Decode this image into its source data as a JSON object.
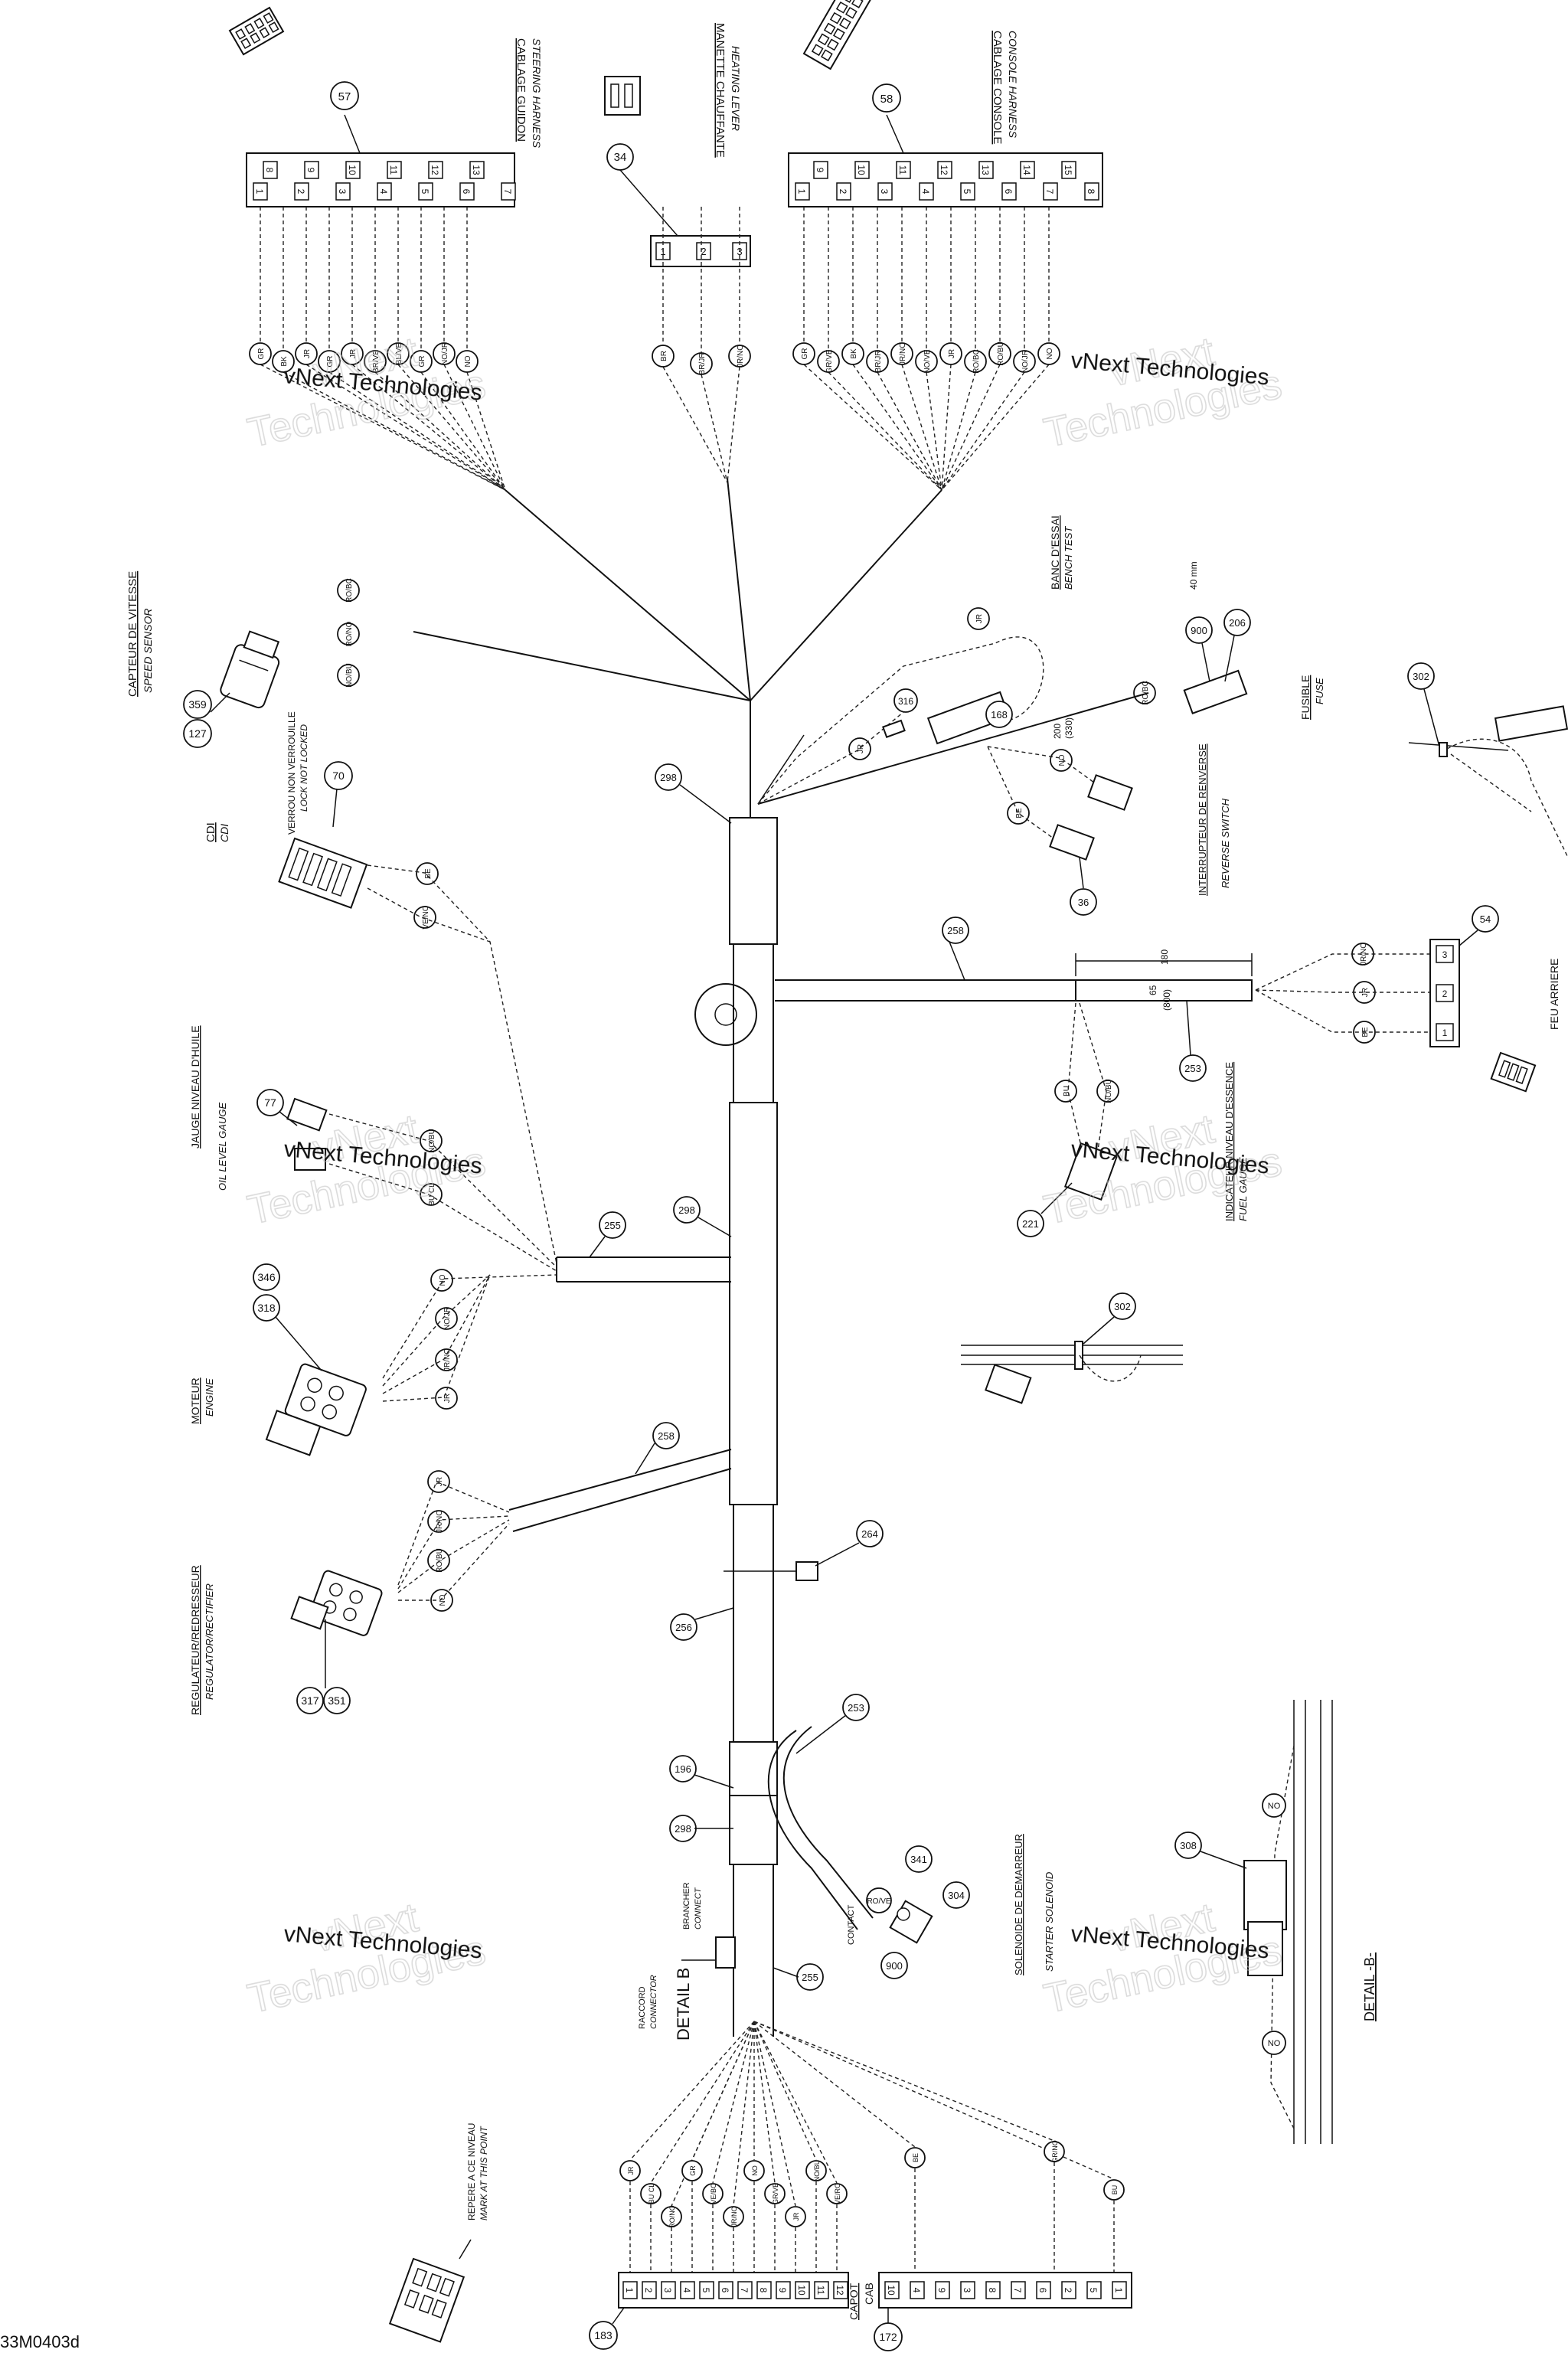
{
  "drawing_code": "33M0403d",
  "watermark": {
    "line1": "vNext Technologies",
    "line2": "vNext",
    "line3": "Technologies"
  },
  "connectors": {
    "steering_harness": {
      "ref": "57",
      "label_fr": "CABLAGE GUIDON",
      "label_en": "STEERING HARNESS",
      "pins_top": [
        "8",
        "9",
        "10",
        "11",
        "12",
        "13"
      ],
      "pins_bottom": [
        "1",
        "2",
        "3",
        "4",
        "5",
        "6",
        "7"
      ],
      "wires": [
        "GR",
        "BK",
        "JR",
        "GR",
        "JR",
        "BR/VE",
        "BL/VE",
        "GR",
        "NO/JR",
        "NO"
      ]
    },
    "heating_lever": {
      "ref": "34",
      "label_fr": "MANETTE CHAUFFANTE",
      "label_en": "HEATING LEVER",
      "pins": [
        "1",
        "2",
        "3"
      ],
      "wires": [
        "BR",
        "BR/JR",
        "JR/NO"
      ]
    },
    "console_harness": {
      "ref": "58",
      "label_fr": "CABLAGE CONSOLE",
      "label_en": "CONSOLE HARNESS",
      "pins_top": [
        "9",
        "10",
        "11",
        "12",
        "13",
        "14",
        "15"
      ],
      "pins_bottom": [
        "1",
        "2",
        "3",
        "4",
        "5",
        "6",
        "7",
        "8"
      ],
      "wires": [
        "GR",
        "GR/VE",
        "BK",
        "BR/JR",
        "JR/NO",
        "NO/VE",
        "JR",
        "RO/BC",
        "RO/BU",
        "NO/JR",
        "NO"
      ]
    },
    "speed_sensor": {
      "refs": [
        "127",
        "359"
      ],
      "label_fr": "CAPTEUR DE VITESSE",
      "label_en": "SPEED SENSOR",
      "wires": [
        "RO/BC",
        "RO/NO",
        "NO/BU"
      ]
    },
    "cdi": {
      "ref": "70",
      "label_fr": "CDI",
      "label_en": "CDI",
      "note_fr": "VERROU NON VERROUILLE",
      "note_en": "LOCK NOT LOCKED",
      "wires": [
        "BE",
        "VE/NO"
      ]
    },
    "oil_gauge": {
      "ref": "77",
      "label_fr": "JAUGE NIVEAU D'HUILE",
      "label_en": "OIL LEVEL GAUGE",
      "wires": [
        "NO/BU",
        "BU CL"
      ]
    },
    "engine": {
      "refs": [
        "318",
        "346"
      ],
      "label_fr": "MOTEUR",
      "label_en": "ENGINE",
      "wires": [
        "NO",
        "NO/JR",
        "JR/NO",
        "JR"
      ]
    },
    "regulator": {
      "refs": [
        "317",
        "351"
      ],
      "label_fr": "REGULATEUR/REDRESSEUR",
      "label_en": "REGULATOR/RECTIFIER",
      "wires": [
        "JR",
        "JR/NO",
        "RO/BU",
        "NO"
      ]
    },
    "bench_test": {
      "refs": [
        "900",
        "206",
        "168",
        "316"
      ],
      "label_fr": "BANC D'ESSAI",
      "label_en": "BENCH TEST",
      "wires": [
        "JR",
        "JR",
        "RO/BC"
      ],
      "dim": "40 mm",
      "dim2": "200",
      "dim2b": "(330)"
    },
    "reverse_switch": {
      "ref": "36",
      "label_fr": "INTERRUPTEUR DE RENVERSE",
      "label_en": "REVERSE SWITCH",
      "wires": [
        "NO",
        "BE"
      ]
    },
    "fuse": {
      "ref": "302",
      "label_fr": "FUSIBLE",
      "label_en": "FUSE"
    },
    "tail_light": {
      "ref": "54",
      "label_fr": "FEU ARRIERE",
      "pins": [
        "3",
        "2",
        "1"
      ],
      "wires": [
        "JR/NO",
        "JR",
        "BE"
      ],
      "dim_a": "180",
      "dim_b": "65",
      "dim_c": "(800)"
    },
    "fuel_gauge": {
      "ref": "221",
      "label_fr": "INDICATEUR NIVEAU D'ESSENCE",
      "label_en": "FUEL GAUGE",
      "wires": [
        "BU",
        "NO/BU"
      ]
    },
    "starter_solenoid": {
      "refs": [
        "341",
        "304",
        "900"
      ],
      "label_fr": "SOLENOIDE DE DEMARREUR",
      "label_en": "STARTER SOLENOID",
      "wire": "RO/VE",
      "contact": "CONTACT"
    },
    "mark_point": {
      "label_fr": "REPERE A CE NIVEAU",
      "label_en": "MARK AT THIS POINT"
    },
    "connector_b": {
      "label_fr": "RACCORD",
      "label_en": "CONNECTOR",
      "connect_fr": "BRANCHER",
      "connect_en": "CONNECT",
      "detail": "DETAIL B"
    },
    "capot": {
      "ref": "183",
      "label_fr": "CAPOT",
      "pins": [
        "1",
        "2",
        "3",
        "4",
        "5",
        "6",
        "7",
        "8",
        "9",
        "10",
        "11",
        "12"
      ],
      "wires": [
        "JR",
        "BU CL",
        "RO/NO",
        "GR",
        "VE/BC",
        "JR/NO",
        "NO",
        "GR/VE",
        "JR",
        "NO/BU",
        "VE/RO"
      ]
    },
    "cab": {
      "ref": "172",
      "label_en": "CAB",
      "pins": [
        "10",
        "4",
        "9",
        "3",
        "8",
        "7",
        "6",
        "2",
        "5",
        "1"
      ],
      "wires": [
        "BE",
        "GR/NO",
        "BU"
      ]
    }
  },
  "harness_refs": {
    "main_upper": "298",
    "main_mid": "298",
    "branch_255": "255",
    "branch_258": "258",
    "clip_264": "264",
    "main_256": "256",
    "tape_253": "253",
    "clamp_196": "196",
    "main_lower": "298",
    "lower_255": "255",
    "tail_258": "258",
    "tail_253": "253",
    "fuse_302": "302"
  },
  "detail_b": {
    "ref": "308",
    "label": "DETAIL -B-",
    "wire_top": "NO",
    "wire_bottom": "NO"
  }
}
